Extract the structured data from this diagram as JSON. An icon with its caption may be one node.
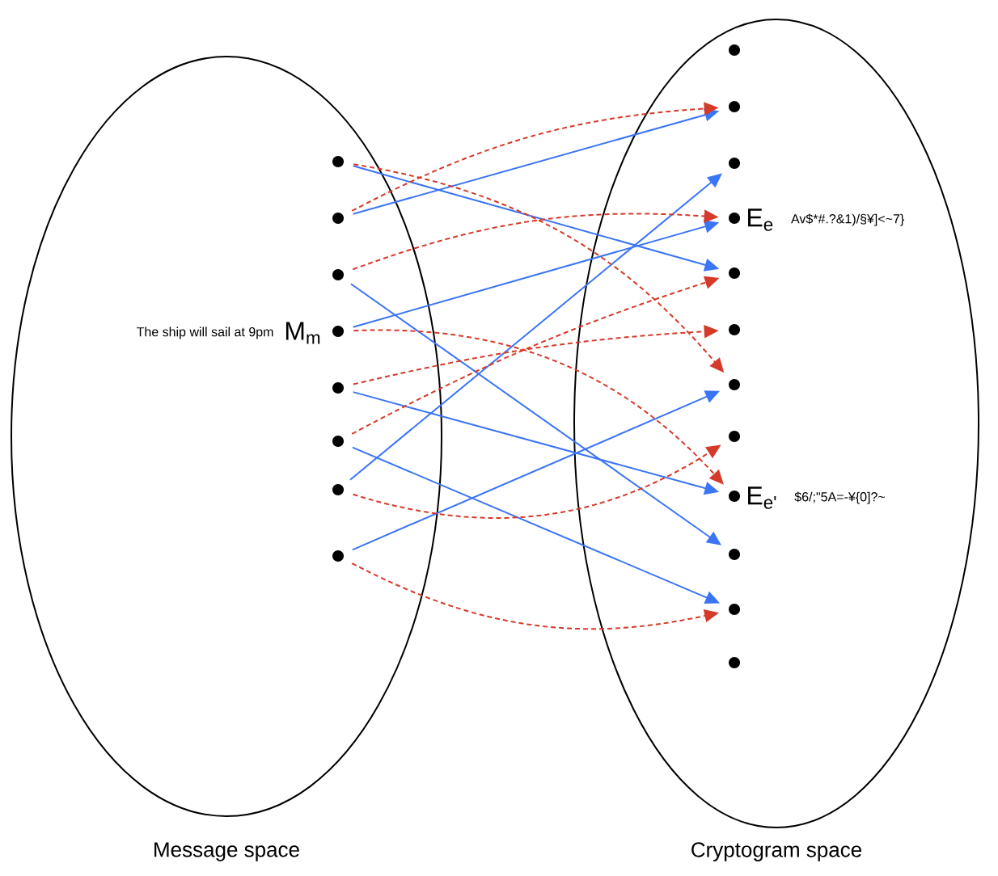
{
  "diagram": {
    "nodes": [
      {
        "text": [
          "Message space"
        ]
      },
      {
        "text": [
          "Cryptogram space"
        ]
      },
      {
        "text": [],
        "shape": "circle",
        "in": 0
      },
      {
        "text": [],
        "shape": "circle",
        "in": 0
      },
      {
        "text": [],
        "shape": "circle",
        "in": 0
      },
      {
        "text": [],
        "shape": "circle",
        "in": 0,
        "beside": [
          "The ship will sail at 9pm",
          "M$_{m}$"
        ]
      },
      {
        "text": [],
        "shape": "circle",
        "in": 0
      },
      {
        "text": [],
        "shape": "circle",
        "in": 0
      },
      {
        "text": [],
        "shape": "circle",
        "in": 0
      },
      {
        "text": [],
        "shape": "circle",
        "in": 0
      },
      {
        "text": [],
        "shape": "circle",
        "in": 1
      },
      {
        "text": [],
        "shape": "circle",
        "in": 1
      },
      {
        "text": [],
        "shape": "circle",
        "in": 1
      },
      {
        "text": [],
        "shape": "circle",
        "in": 1,
        "beside": [
          "E$_{e}$",
          "Av$*#.?&1)/§¥]<~7}"
        ]
      },
      {
        "text": [],
        "shape": "circle",
        "in": 1
      },
      {
        "text": [],
        "shape": "circle",
        "in": 1
      },
      {
        "text": [],
        "shape": "circle",
        "in": 1
      },
      {
        "text": [],
        "shape": "circle",
        "in": 1
      },
      {
        "text": [],
        "shape": "circle",
        "in": 1,
        "beside": [
          "E$_{e'}$",
          "$6/;\"5A=-¥{0]?~"
        ]
      },
      {
        "text": [],
        "shape": "circle",
        "in": 1
      },
      {
        "text": [],
        "shape": "circle",
        "in": 1
      },
      {
        "text": [],
        "shape": "circle",
        "in": 1
      }
    ],
    "edges": [
      {
        "from": 2,
        "to": 14,
        "arrow": "to"
      },
      {
        "from": 3,
        "to": 11,
        "arrow": "to"
      },
      {
        "from": 4,
        "to": 19,
        "arrow": "to"
      },
      {
        "from": 5,
        "to": 13,
        "arrow": "to"
      },
      {
        "from": 6,
        "to": 18,
        "arrow": "to"
      },
      {
        "from": 7,
        "to": 20,
        "arrow": "to"
      },
      {
        "from": 8,
        "to": 12,
        "arrow": "to"
      },
      {
        "from": 9,
        "to": 16,
        "arrow": "to"
      },
      {
        "from": 2,
        "to": 16,
        "arrow": "to",
        "style": "dashed",
        "color": "#d63a2a"
      },
      {
        "from": 3,
        "to": 11,
        "arrow": "to",
        "style": "dashed",
        "color": "#d63a2a"
      },
      {
        "from": 4,
        "to": 13,
        "arrow": "to",
        "style": "dashed",
        "color": "#d63a2a"
      },
      {
        "from": 5,
        "to": 18,
        "arrow": "to",
        "style": "dashed",
        "color": "#d63a2a"
      },
      {
        "from": 6,
        "to": 15,
        "arrow": "to",
        "style": "dashed",
        "color": "#d63a2a"
      },
      {
        "from": 7,
        "to": 14,
        "arrow": "to",
        "style": "dashed",
        "color": "#d63a2a"
      },
      {
        "from": 8,
        "to": 17,
        "arrow": "to",
        "style": "dashed",
        "color": "#d63a2a"
      },
      {
        "from": 9,
        "to": 20,
        "arrow": "to",
        "style": "dashed",
        "color": "#d63a2a"
      }
    ]
  }
}
